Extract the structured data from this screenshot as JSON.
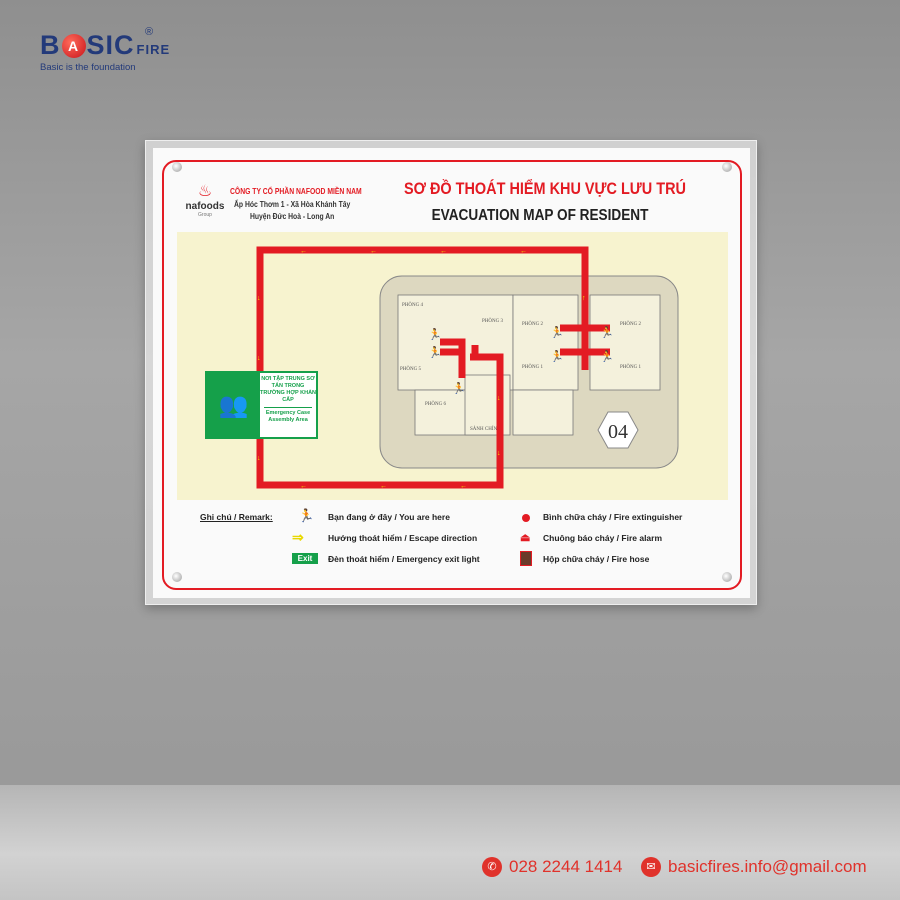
{
  "brand": {
    "name_a": "B",
    "name_b": "SIC",
    "suffix": "FIRE",
    "registered": "®",
    "tagline": "Basic is the foundation",
    "ball_letter": "A"
  },
  "sign": {
    "company_logo": "nafoods",
    "company_logo_sub": "Group",
    "company": "CÔNG TY CỔ PHẦN NAFOOD MIỀN NAM",
    "address1": "Ấp Hóc Thơm 1 - Xã Hòa Khánh Tây",
    "address2": "Huyện Đức Hoà - Long An",
    "title_vi": "SƠ ĐỒ THOÁT HIỂM KHU VỰC LƯU TRÚ",
    "title_en": "EVACUATION MAP OF RESIDENT",
    "assembly_vi": "NƠI TẬP TRUNG SƠ TÁN TRONG TRƯỜNG HỢP KHẨN CẤP",
    "assembly_en": "Emergency Case Assembly Area",
    "rooms": [
      "PHÒNG 4",
      "PHÒNG 3",
      "PHÒNG 2",
      "PHÒNG 2",
      "PHÒNG 1",
      "PHÒNG 1",
      "PHÒNG 6",
      "PHÒNG 5",
      "SẢNH CHÍNH"
    ],
    "building_number": "04",
    "legend": {
      "title": "Ghi chú / Remark:",
      "you_are_here": "Bạn đang ở đây / You are here",
      "escape": "Hướng thoát hiểm / Escape direction",
      "exit_badge": "Exit",
      "exit_light": "Đèn thoát hiểm / Emergency exit light",
      "extinguisher": "Bình chữa cháy / Fire extinguisher",
      "alarm": "Chuông báo cháy / Fire alarm",
      "hose": "Hộp chữa cháy / Fire hose"
    }
  },
  "contact": {
    "phone": "028 2244 1414",
    "email": "basicfires.info@gmail.com"
  },
  "colors": {
    "red": "#e31b23",
    "green": "#15a04a",
    "navy": "#233a7a"
  }
}
